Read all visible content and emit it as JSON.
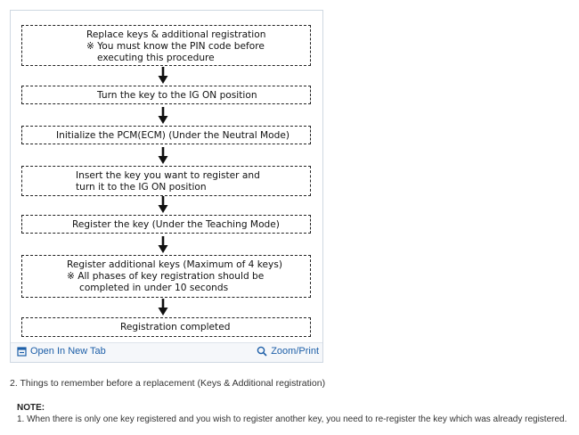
{
  "diagram": {
    "steps": [
      {
        "lines": [
          "Replace keys & additional registration",
          "※ You must know the PIN code before",
          "executing this procedure"
        ]
      },
      {
        "lines": [
          "Turn the key to the IG ON position"
        ]
      },
      {
        "lines": [
          "Initialize the PCM(ECM) (Under the Neutral Mode)"
        ]
      },
      {
        "lines": [
          "Insert the key you want to register and",
          "turn it to the IG ON position"
        ]
      },
      {
        "lines": [
          "Register the key (Under the Teaching Mode)"
        ]
      },
      {
        "lines": [
          "Register additional keys (Maximum of 4 keys)",
          "※ All phases of key registration should be",
          "completed in under 10 seconds"
        ]
      },
      {
        "lines": [
          "Registration completed"
        ]
      }
    ]
  },
  "toolbar": {
    "open_label": "Open In New Tab",
    "zoom_label": "Zoom/Print",
    "open_icon": "new-tab-icon",
    "zoom_icon": "magnifier-icon",
    "link_color": "#1d5fa8"
  },
  "caption": "2. Things to remember before a replacement (Keys & Additional registration)",
  "note": {
    "title": "NOTE:",
    "items": [
      "1. When there is only one key registered and you wish to register another key, you need to re-register the key which was already registered."
    ]
  }
}
